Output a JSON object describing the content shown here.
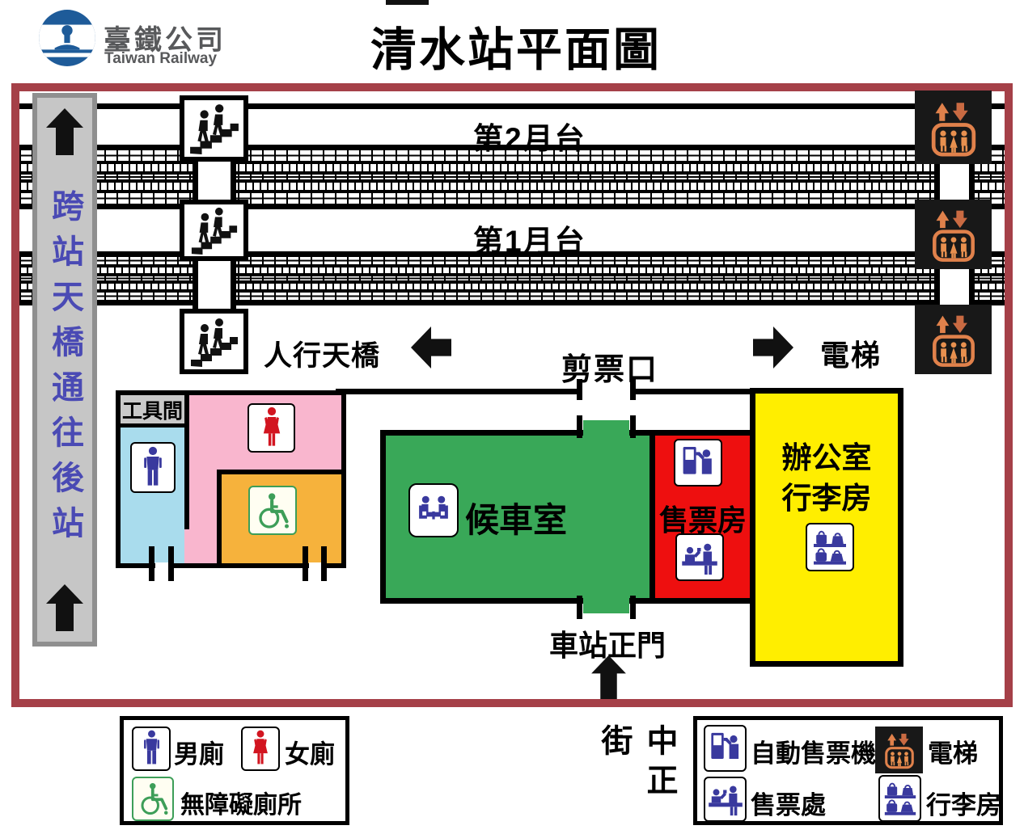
{
  "header": {
    "logo_title": "臺鐵公司",
    "logo_subtitle": "Taiwan Railway",
    "title": "清水站平面圖"
  },
  "map": {
    "overpass": "跨站天橋通往後站",
    "platform2": "第2月台",
    "platform1": "第1月台",
    "footbridge": "人行天橋",
    "gate": "剪票口",
    "elevator_label": "電梯",
    "tool_room": "工具間",
    "waiting_room": "候車室",
    "ticket_office": "售票房",
    "office_line1": "辦公室",
    "office_line2": "行李房",
    "entrance": "車站正門",
    "street": "中正街"
  },
  "legend_left": {
    "items": [
      {
        "icon": "male-icon",
        "label": "男廁"
      },
      {
        "icon": "female-icon",
        "label": "女廁"
      },
      {
        "icon": "wheelchair-icon",
        "label": "無障礙廁所"
      }
    ]
  },
  "legend_right": {
    "items": [
      {
        "icon": "ticket-machine-icon",
        "label": "自動售票機"
      },
      {
        "icon": "elevator-icon",
        "label": "電梯"
      },
      {
        "icon": "ticket-counter-icon",
        "label": "售票處"
      },
      {
        "icon": "luggage-icon",
        "label": "行李房"
      }
    ]
  },
  "colors": {
    "diagram_border": "#a54048",
    "overpass_text": "#4a4ab4",
    "waiting_room": "#39a858",
    "ticket_office": "#ee0f0f",
    "office": "#ffee00",
    "women_toilet": "#f9b6ce",
    "men_toilet": "#a9dced",
    "accessible_toilet": "#f6b23c",
    "icon_blue": "#39399e",
    "icon_red": "#d21520",
    "icon_green": "#3d9e58",
    "elevator_orange": "#e0814b",
    "logo_blue": "#1e5b99"
  }
}
